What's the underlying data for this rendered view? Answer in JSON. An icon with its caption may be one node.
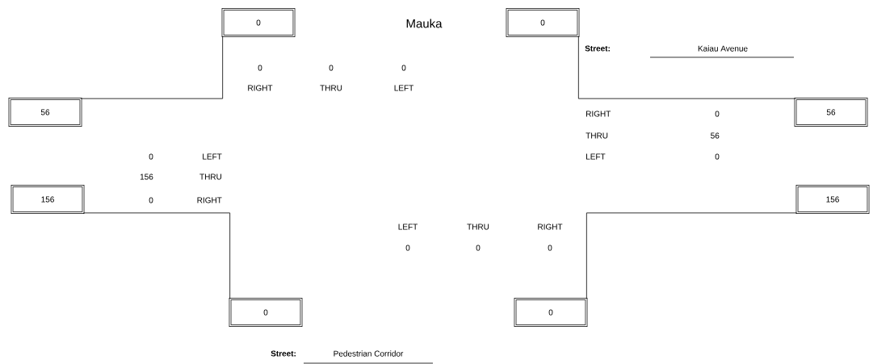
{
  "diagram": {
    "title": "Mauka",
    "nodes": [
      {
        "text": [
          "0"
        ]
      },
      {
        "text": [
          "0"
        ]
      },
      {
        "text": [
          "56"
        ]
      },
      {
        "text": [
          "56"
        ]
      },
      {
        "text": [
          "156"
        ]
      },
      {
        "text": [
          "156"
        ]
      },
      {
        "text": [
          "0"
        ]
      },
      {
        "text": [
          "0"
        ]
      }
    ],
    "edges": [
      {
        "from": 0,
        "to": 2,
        "arrow": "none"
      },
      {
        "from": 1,
        "to": 3,
        "arrow": "none"
      },
      {
        "from": 4,
        "to": 6,
        "arrow": "none"
      },
      {
        "from": 5,
        "to": 7,
        "arrow": "none"
      }
    ],
    "labels": [
      "Street:",
      "Kaiau Avenue",
      "0",
      "0",
      "0",
      "RIGHT",
      "THRU",
      "LEFT",
      "RIGHT",
      "0",
      "THRU",
      "56",
      "0",
      "LEFT",
      "LEFT",
      "0",
      "156",
      "THRU",
      "0",
      "RIGHT",
      "LEFT",
      "THRU",
      "RIGHT",
      "0",
      "0",
      "0",
      "Street:",
      "Pedestrian Corridor"
    ]
  }
}
